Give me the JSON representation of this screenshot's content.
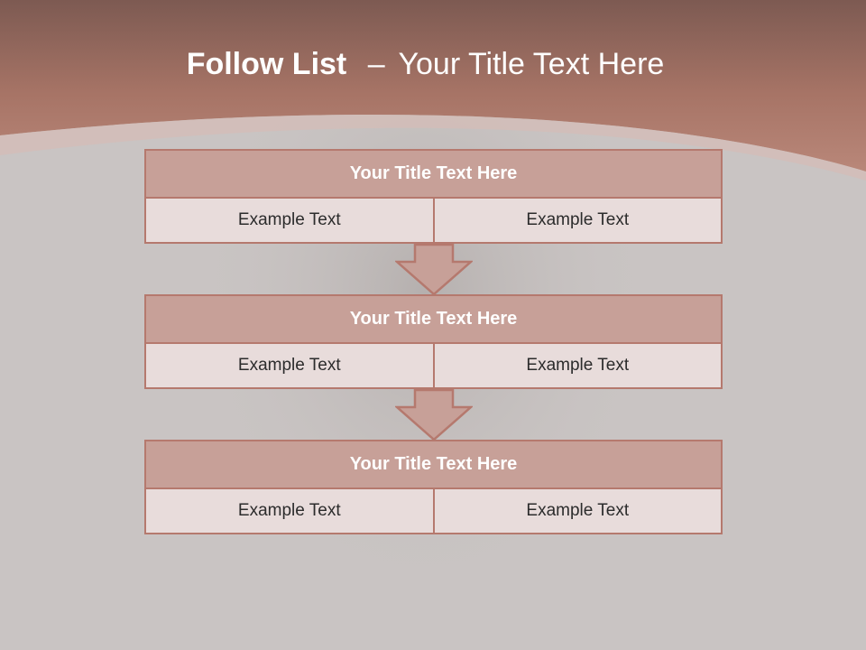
{
  "slide": {
    "title_bold": "Follow List",
    "title_dash": "–",
    "title_rest": "Your Title Text Here"
  },
  "blocks": [
    {
      "title": "Your Title Text Here",
      "left": "Example Text",
      "right": "Example Text"
    },
    {
      "title": "Your Title Text Here",
      "left": "Example Text",
      "right": "Example Text"
    },
    {
      "title": "Your Title Text Here",
      "left": "Example Text",
      "right": "Example Text"
    }
  ],
  "colors": {
    "header_band": "#a77466",
    "block_header": "#c7a098",
    "block_cell": "#e8dcdb",
    "border": "#b5796e",
    "background": "#c9c4c3"
  }
}
